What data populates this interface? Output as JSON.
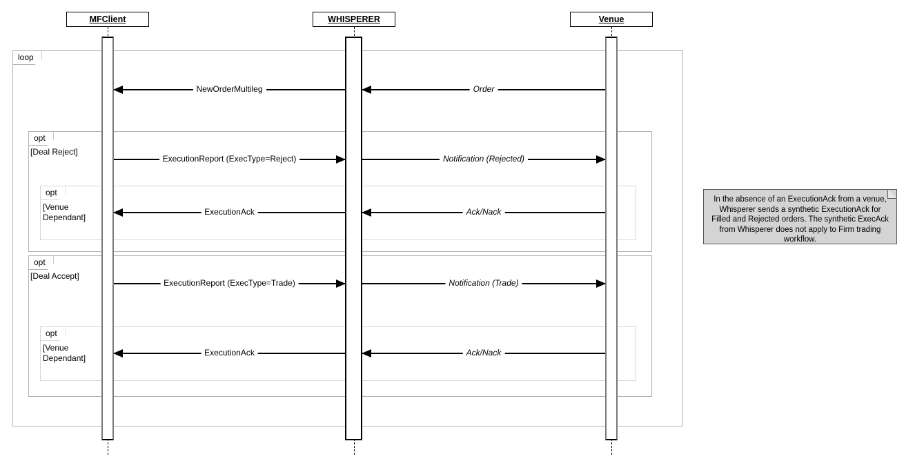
{
  "diagram": {
    "type": "uml-sequence-diagram",
    "participants": [
      {
        "name": "MFClient"
      },
      {
        "name": "WHISPERER"
      },
      {
        "name": "Venue"
      }
    ],
    "fragments": [
      {
        "operator": "loop",
        "guard": ""
      },
      {
        "operator": "opt",
        "guard": "[Deal Reject]"
      },
      {
        "operator": "opt",
        "guard": "[Venue\nDependant]"
      },
      {
        "operator": "opt",
        "guard": "[Deal Accept]"
      },
      {
        "operator": "opt",
        "guard": "[Venue\nDependant]"
      }
    ],
    "messages": [
      {
        "label": "NewOrderMultileg",
        "from": "WHISPERER",
        "to": "MFClient",
        "italic": false
      },
      {
        "label": "Order",
        "from": "Venue",
        "to": "WHISPERER",
        "italic": true
      },
      {
        "label": "ExecutionReport (ExecType=Reject)",
        "from": "MFClient",
        "to": "WHISPERER",
        "italic": false
      },
      {
        "label": "Notification (Rejected)",
        "from": "WHISPERER",
        "to": "Venue",
        "italic": true
      },
      {
        "label": "ExecutionAck",
        "from": "WHISPERER",
        "to": "MFClient",
        "italic": false
      },
      {
        "label": "Ack/Nack",
        "from": "Venue",
        "to": "WHISPERER",
        "italic": true
      },
      {
        "label": "ExecutionReport (ExecType=Trade)",
        "from": "MFClient",
        "to": "WHISPERER",
        "italic": false
      },
      {
        "label": "Notification (Trade)",
        "from": "WHISPERER",
        "to": "Venue",
        "italic": true
      },
      {
        "label": "ExecutionAck",
        "from": "WHISPERER",
        "to": "MFClient",
        "italic": false
      },
      {
        "label": "Ack/Nack",
        "from": "Venue",
        "to": "WHISPERER",
        "italic": true
      }
    ],
    "note": {
      "text": "In the absence of an ExecutionAck from a venue, Whisperer sends a synthetic ExecutionAck for Filled and Rejected orders. The synthetic ExecAck from Whisperer does not apply to Firm trading workflow."
    },
    "colors": {
      "background": "#ffffff",
      "line": "#000000",
      "fragment_border": "#b3b3b3",
      "nested_fragment_border": "#d6d6d6",
      "activation_side": "#7a7a7a",
      "note_fill": "#d4d4d4",
      "note_border": "#5a5a5a"
    }
  }
}
